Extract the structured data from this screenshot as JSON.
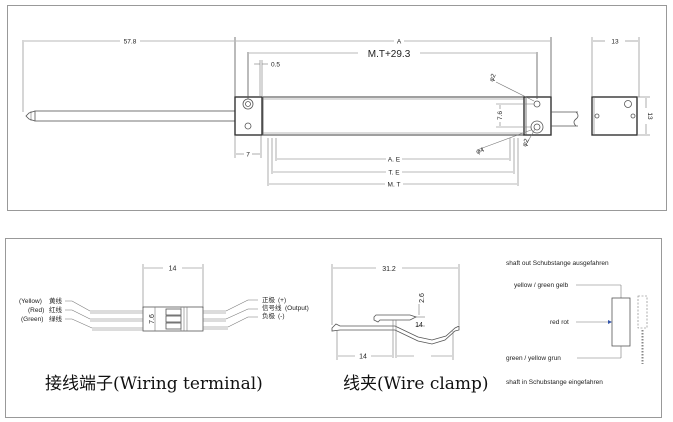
{
  "top_view": {
    "dim_stroke_length": "57.8",
    "dim_overall": "A",
    "dim_mounting": "M.T+29.3",
    "dim_offset": "0.5",
    "dim_end_block": "7",
    "dim_hole_spacing": "7.6",
    "dim_hole_small": "φ2",
    "dim_hole_large": "φ4",
    "dim_hole_small_2": "φ2",
    "dim_electrical_travel": "A. E",
    "dim_total_travel": "T. E",
    "dim_mechanical_travel": "M. T",
    "side_width": "13",
    "side_height": "13"
  },
  "wiring_terminal": {
    "dim_length": "14",
    "dim_height": "7.6",
    "left_wires": [
      {
        "en": "(Yellow)",
        "cn": "黄线"
      },
      {
        "en": "(Red)",
        "cn": "红线"
      },
      {
        "en": "(Green)",
        "cn": "绿线"
      }
    ],
    "right_wires": [
      {
        "cn": "正极",
        "en": "(+)"
      },
      {
        "cn": "信号线",
        "en": "(Output)"
      },
      {
        "cn": "负极",
        "en": "(-)"
      }
    ],
    "title": "接线端子(Wiring terminal)"
  },
  "wire_clamp": {
    "dim_width": "31.2",
    "dim_height": "2.6",
    "dim_inner": "14",
    "dim_left": "14",
    "title": "线夹(Wire clamp)"
  },
  "schematic": {
    "shaft_out": "shaft out Schubstange ausgefahren",
    "top_wire": "yellow / green gelb",
    "wiper": "red rot",
    "bottom_wire": "green / yellow  grun",
    "shaft_in": "shaft in Schubstange eingefahren",
    "wiper_color": "#3355aa"
  }
}
